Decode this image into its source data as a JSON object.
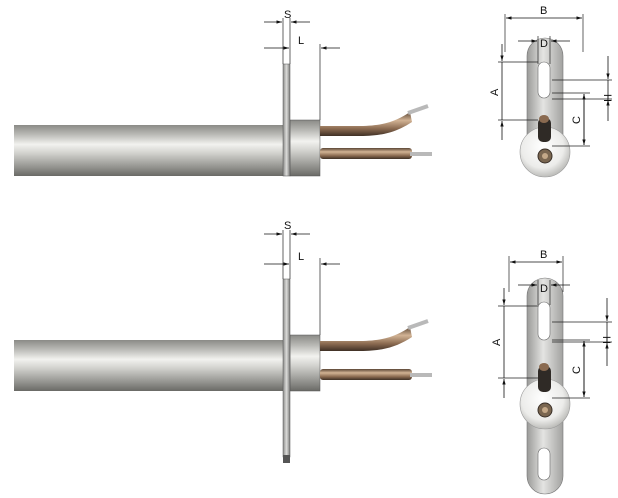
{
  "labels": {
    "S": "S",
    "L": "L",
    "B": "B",
    "D": "D",
    "A": "A",
    "H": "H",
    "C": "C"
  },
  "colors": {
    "sheath_dark": "#6f6f6b",
    "sheath_light": "#f2f2ef",
    "copper_dark": "#4a3a2c",
    "copper_light": "#c8a98a",
    "wire": "#b9b9b9",
    "bracket": "#c7c7c7",
    "ceramic": "#ececec",
    "line": "#111111"
  }
}
